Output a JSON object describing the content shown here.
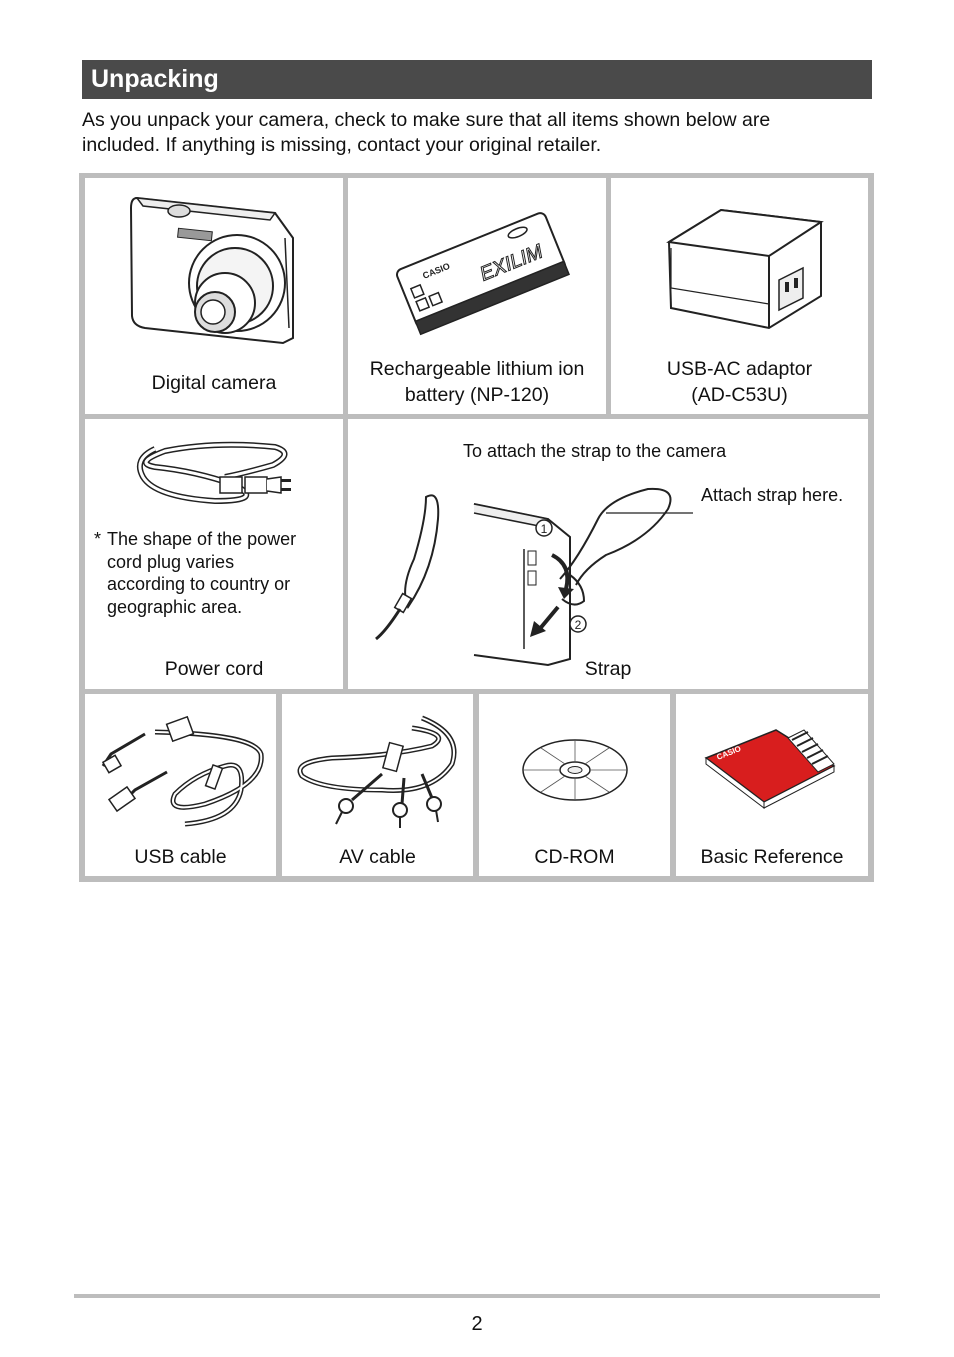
{
  "section": {
    "title": "Unpacking"
  },
  "intro": {
    "line1": "As you unpack your camera, check to make sure that all items shown below are",
    "line2": "included. If anything is missing, contact your original retailer."
  },
  "items": {
    "camera": {
      "label": "Digital camera"
    },
    "battery": {
      "line1": "Rechargeable lithium ion",
      "line2": "battery (NP-120)",
      "logo": "CASIO",
      "brand": "EXILIM"
    },
    "adaptor": {
      "line1": "USB-AC adaptor",
      "line2": "(AD-C53U)"
    },
    "power_cord": {
      "label": "Power cord",
      "note_marker": "*",
      "note_lines": [
        "The shape of the power",
        "cord plug varies",
        "according to country or",
        "geographic area."
      ]
    },
    "strap": {
      "label": "Strap",
      "caption": "To attach the strap to the camera",
      "callout": "Attach strap here.",
      "step1": "1",
      "step2": "2"
    },
    "usb_cable": {
      "label": "USB cable"
    },
    "av_cable": {
      "label": "AV cable"
    },
    "cdrom": {
      "label": "CD-ROM"
    },
    "basic_reference": {
      "label": "Basic Reference",
      "logo": "CASIO"
    }
  },
  "footer": {
    "page_number": "2"
  },
  "colors": {
    "header_bg": "#4a4a4a",
    "grid_border": "#bdbdbd",
    "booklet_red": "#d81e1e"
  }
}
